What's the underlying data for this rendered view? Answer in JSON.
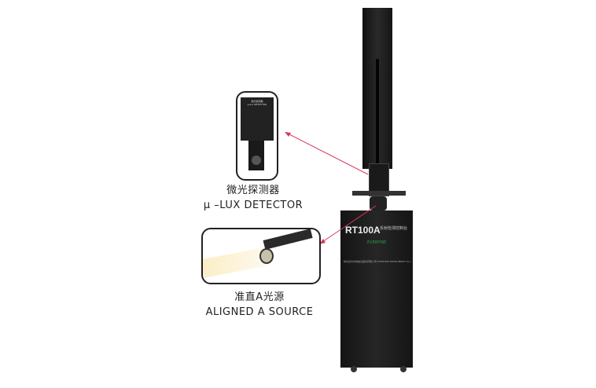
{
  "detector": {
    "label_cn": "微光探测器",
    "label_en": "μ –LUX DETECTOR",
    "panel_title_cn": "微光探测器",
    "panel_title_en": "μ-lux DETECTOR"
  },
  "source": {
    "label_cn": "准直A光源",
    "label_en": "ALIGNED A SOURCE"
  },
  "machine": {
    "model": "RT100A",
    "subtitle_cn": "反射检测控制台",
    "company": "杭州远方光电信息股份有限公司 EVERFINE INSTRUMENT CO.,LTD",
    "logo_text": "EVERFINE"
  },
  "colors": {
    "arrow": "#d63a5c",
    "machine": "#1c1c1c",
    "logo": "#2a9a3a"
  }
}
